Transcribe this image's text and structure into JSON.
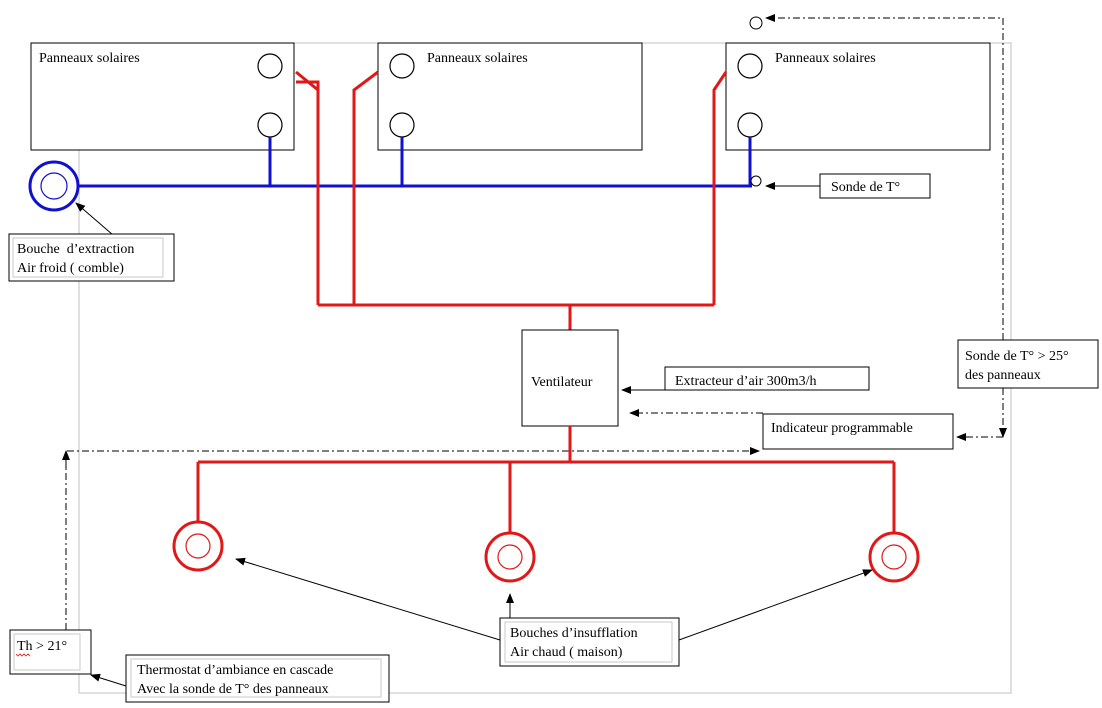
{
  "colors": {
    "cold_air": "#1010d0",
    "hot_air": "#e01818"
  },
  "panels": [
    {
      "label": "Panneaux solaires"
    },
    {
      "label": "Panneaux solaires"
    },
    {
      "label": "Panneaux solaires"
    }
  ],
  "sensor_label": "Sonde de T°",
  "extraction": {
    "line1": "Bouche  d’extraction",
    "line2": "Air froid ( comble)"
  },
  "fan_label": "Ventilateur",
  "extractor_label": "Extracteur d’air 300m3/h",
  "indicator_label": "Indicateur programmable",
  "panel_sensor": {
    "line1": "Sonde de T° > 25°",
    "line2": "des panneaux"
  },
  "insufflation": {
    "line1": "Bouches d’insufflation",
    "line2": "Air chaud ( maison)"
  },
  "th_label": "Th > 21°",
  "thermostat": {
    "line1": "Thermostat d’ambiance en cascade",
    "line2": "Avec la sonde de T° des panneaux"
  }
}
